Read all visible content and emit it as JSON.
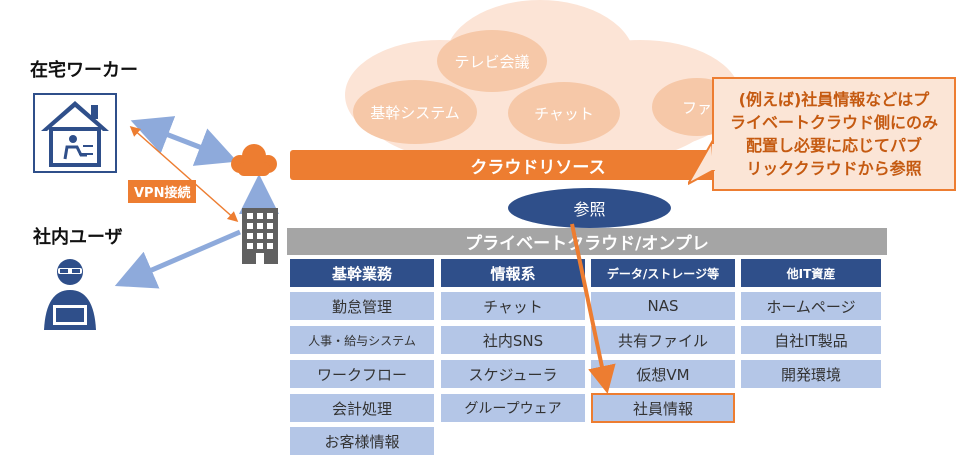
{
  "labels": {
    "home_worker": "在宅ワーカー",
    "office_user": "社内ユーザ",
    "vpn": "VPN接続"
  },
  "cloud": {
    "bubbles": [
      "テレビ会議",
      "基幹システム",
      "チャット",
      "ファ"
    ],
    "resource_bar": "クラウドリソース",
    "reference": "参照"
  },
  "callout_lines": [
    "(例えば)社員情報などはプ",
    "ライベートクラウド側にのみ",
    "配置し必要に応じてパブ",
    "リッククラウドから参照"
  ],
  "private": {
    "bar": "プライベートクラウド/オンプレ",
    "columns": [
      {
        "header": "基幹業務",
        "items": [
          "勤怠管理",
          "人事・給与システム",
          "ワークフロー",
          "会計処理",
          "お客様情報"
        ]
      },
      {
        "header": "情報系",
        "items": [
          "チャット",
          "社内SNS",
          "スケジューラ",
          "グループウェア"
        ]
      },
      {
        "header": "データ/ストレージ等",
        "items": [
          "NAS",
          "共有ファイル",
          "仮想VM",
          "社員情報"
        ]
      },
      {
        "header": "他IT資産",
        "items": [
          "ホームページ",
          "自社IT製品",
          "開発環境"
        ]
      }
    ]
  },
  "colors": {
    "orange": "#ed7d31",
    "navy": "#2f4f8a",
    "light_blue": "#b4c6e7",
    "gray_bar": "#a5a5a5",
    "cloud_bg": "#fce4d6",
    "cloud_bubble": "#f6c8a8",
    "highlight_border": "#ed7d31"
  }
}
